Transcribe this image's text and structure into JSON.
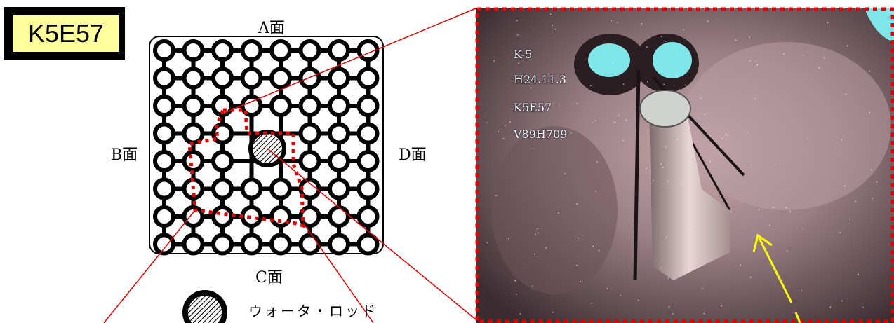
{
  "label": "K5E57",
  "faces": {
    "top": "A面",
    "bottom": "C面",
    "left": "B面",
    "right": "D面"
  },
  "legend": {
    "water_rod": "ウォータ・ロッド"
  },
  "camera_overlay": {
    "line1": "K-5",
    "line2": "H24.11.3",
    "line3": "K5E57",
    "line4": "V89H709"
  },
  "colors": {
    "label_bg": "#ffff9e",
    "highlight": "#e00000",
    "arrow": "#ffff00"
  },
  "grid": {
    "rows": 8,
    "cols": 8
  }
}
